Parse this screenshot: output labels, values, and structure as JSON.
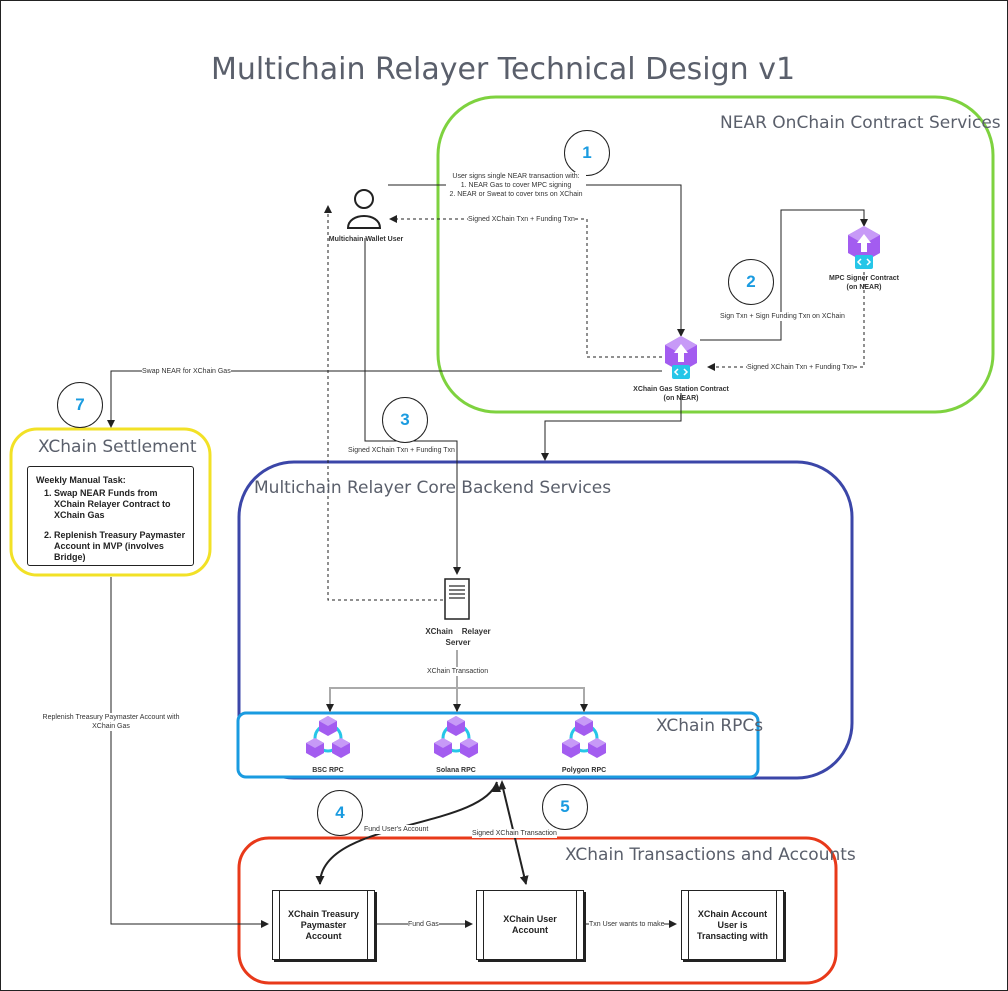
{
  "title": "Multichain Relayer Technical Design v1",
  "groups": {
    "near": "NEAR OnChain Contract Services",
    "backend": "Multichain Relayer Core Backend Services",
    "rpcs": "XChain RPCs",
    "transactions": "XChain Transactions and Accounts",
    "settlement": "XChain Settlement"
  },
  "steps": [
    "1",
    "2",
    "3",
    "4",
    "5",
    "7"
  ],
  "nodes": {
    "user": "Multichain Wallet User",
    "mpc": "MPC Signer Contract\n(on NEAR)",
    "gas_station": "XChain Gas Station Contract\n(on NEAR)",
    "relayer": "XChain    Relayer\nServer",
    "bsc": "BSC RPC",
    "solana": "Solana RPC",
    "polygon": "Polygon RPC",
    "treasury": "XChain Treasury\nPaymaster\nAccount",
    "user_account": "XChain User\nAccount",
    "target_account": "XChain Account\nUser is\nTransacting with"
  },
  "settlement_note": {
    "heading": "Weekly Manual Task:",
    "items": [
      "Swap NEAR Funds from XChain Relayer Contract to XChain Gas",
      "Replenish Treasury Paymaster Account in MVP (involves Bridge)"
    ]
  },
  "edges": {
    "user_signs": "User signs single NEAR transaction with:\n1. NEAR Gas to cover MPC signing\n2. NEAR or Sweat to cover txns on XChain",
    "signed_back": "Signed XChain Txn + Funding Txn",
    "sign_txn": "Sign Txn + Sign Funding Txn on XChain",
    "mpc_back": "Signed XChain Txn + Funding Txn",
    "swap": "Swap NEAR for XChain Gas",
    "signed_to_relayer": "Signed XChain Txn + Funding Txn",
    "xchain_txn": "XChain Transaction",
    "replenish": "Replenish Treasury Paymaster Account with\nXChain Gas",
    "fund_user": "Fund User's Account",
    "signed_rpc": "Signed XChain Transaction",
    "fund_gas": "Fund Gas",
    "txn_user": "Txn User wants to make"
  },
  "colors": {
    "near_border": "#7ed23f",
    "backend_border": "#3b46a8",
    "rpc_border": "#1a9be0",
    "tx_border": "#e8391a",
    "settle_border": "#f2e126",
    "step_text": "#1a9be0",
    "contract_purple": "#a35cf0",
    "contract_cyan": "#26c6e8"
  },
  "icons": [
    "user-icon",
    "server-icon",
    "contract-icon",
    "rpc-cluster-icon"
  ]
}
